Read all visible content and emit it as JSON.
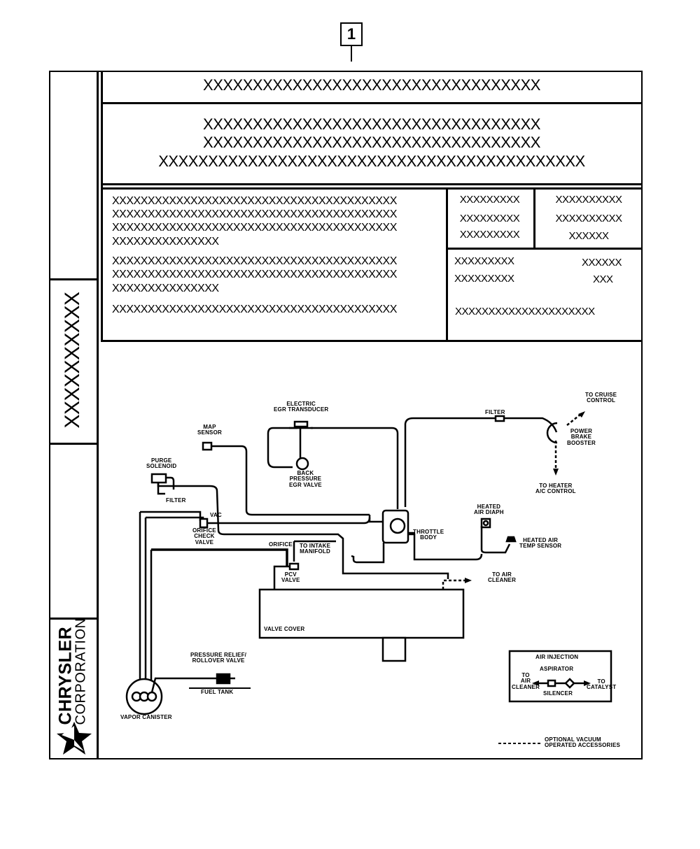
{
  "callout": "1",
  "header": {
    "title": "XXXXXXXXXXXXXXXXXXXXXXXXXXXXXXXXXX",
    "sub_lines": [
      "XXXXXXXXXXXXXXXXXXXXXXXXXXXXXXXXXX",
      "XXXXXXXXXXXXXXXXXXXXXXXXXXXXXXXXXX",
      "XXXXXXXXXXXXXXXXXXXXXXXXXXXXXXXXXXXXXXXXXXX"
    ]
  },
  "side_text": "XXXXXXXXXX",
  "info_block": {
    "para1": [
      "XXXXXXXXXXXXXXXXXXXXXXXXXXXXXXXXXXXXXXXX",
      "XXXXXXXXXXXXXXXXXXXXXXXXXXXXXXXXXXXXXXXX",
      "XXXXXXXXXXXXXXXXXXXXXXXXXXXXXXXXXXXXXXXX",
      "XXXXXXXXXXXXXXX"
    ],
    "para2": [
      "XXXXXXXXXXXXXXXXXXXXXXXXXXXXXXXXXXXXXXXX",
      "XXXXXXXXXXXXXXXXXXXXXXXXXXXXXXXXXXXXXXXX",
      "XXXXXXXXXXXXXXX"
    ],
    "para3": "XXXXXXXXXXXXXXXXXXXXXXXXXXXXXXXXXXXXXXXX"
  },
  "spec_table": {
    "col1": [
      "XXXXXXXXX",
      "XXXXXXXXX",
      "XXXXXXXXX"
    ],
    "col2": [
      "XXXXXXXXXX",
      "XXXXXXXXXX",
      "XXXXXX"
    ],
    "row2_left": [
      "XXXXXXXXX",
      "XXXXXXXXX"
    ],
    "row2_right": [
      "XXXXXX",
      "XXX"
    ],
    "row2_bottom": "XXXXXXXXXXXXXXXXXXXXX"
  },
  "brand": {
    "name": "CHRYSLER",
    "sub": "CORPORATION"
  },
  "diagram_labels": {
    "to_cruise": "TO CRUISE\nCONTROL",
    "filter_top": "FILTER",
    "electric_egr": "ELECTRIC\nEGR TRANSDUCER",
    "map_sensor": "MAP\nSENSOR",
    "power_brake": "POWER\nBRAKE\nBOOSTER",
    "purge_solenoid": "PURGE\nSOLENOID",
    "back_pressure": "BACK\nPRESSURE\nEGR VALVE",
    "to_heater": "TO HEATER\nA/C CONTROL",
    "filter_left": "FILTER",
    "vac": "VAC",
    "heated_air_diaph": "HEATED\nAIR DIAPH",
    "orifice_check": "ORIFICE\nCHECK\nVALVE",
    "throttle_body": "THROTTLE\nBODY",
    "heated_air_temp": "HEATED AIR\nTEMP SENSOR",
    "orifice": "ORIFICE",
    "to_intake": "TO INTAKE\nMANIFOLD",
    "pcv_valve": "PCV\nVALVE",
    "to_air_cleaner": "TO AIR\nCLEANER",
    "valve_cover": "VALVE COVER",
    "pressure_relief": "PRESSURE RELIEF/\nROLLOVER VALVE",
    "fuel_tank": "FUEL TANK",
    "vapor_canister": "VAPOR CANISTER",
    "legend_note": "OPTIONAL VACUUM\nOPERATED ACCESSORIES"
  },
  "air_injection": {
    "title": "AIR INJECTION",
    "aspirator": "ASPIRATOR",
    "to_air_cleaner": "TO\nAIR\nCLEANER",
    "silencer": "SILENCER",
    "to_catalyst": "TO\nCATALYST"
  }
}
